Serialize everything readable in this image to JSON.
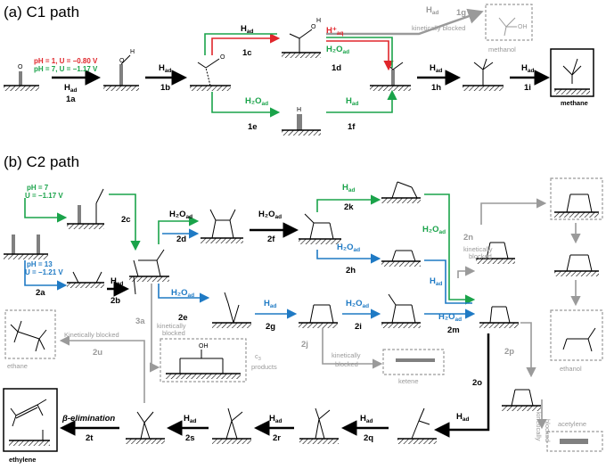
{
  "c1": {
    "title": "(a) C1 path",
    "cond_red": "pH = 1, U = −0.80 V",
    "cond_green": "pH = 7, U = −1.17 V",
    "h_ad": "H",
    "h2o_ad": "H₂O",
    "h_aq": "H⁺",
    "ad": "ad",
    "aq": "aq",
    "steps": {
      "s1a": "1a",
      "s1b": "1b",
      "s1c": "1c",
      "s1d": "1d",
      "s1e": "1e",
      "s1f": "1f",
      "s1g": "1g",
      "s1h": "1h",
      "s1i": "1i"
    },
    "kin_blocked": "kinetically blocked",
    "methanol": "methanol",
    "methane": "methane"
  },
  "c2": {
    "title": "(b) C2 path",
    "ph7": "pH = 7",
    "u117": "U = −1.17 V",
    "ph13": "pH = 13",
    "u121": "U = −1.21 V",
    "steps": {
      "s2a": "2a",
      "s2b": "2b",
      "s2c": "2c",
      "s2d": "2d",
      "s2e": "2e",
      "s2f": "2f",
      "s2g": "2g",
      "s2h": "2h",
      "s2i": "2i",
      "s2j": "2j",
      "s2k": "2k",
      "s2m": "2m",
      "s2n": "2n",
      "s2o": "2o",
      "s2p": "2p",
      "s2q": "2q",
      "s2r": "2r",
      "s2s": "2s",
      "s2t": "2t",
      "s2u": "2u",
      "s3a": "3a"
    },
    "kinetically_blocked": "Kinetically blocked",
    "kinetically": "kinetically",
    "blocked": "blocked",
    "kinetically_blocked_lc": "kinetically blocked",
    "c3": "c",
    "c3_sub": "3",
    "products": "products",
    "ketene": "ketene",
    "ethanol": "ethanol",
    "ethane": "ethane",
    "acetylene": "acetylene",
    "ethylene": "ethylene",
    "beta_elim": "β-elimination"
  },
  "colors": {
    "green": "#1aa34a",
    "blue": "#1f7ac4",
    "red": "#e0262b",
    "gray": "#9a9a9a"
  }
}
